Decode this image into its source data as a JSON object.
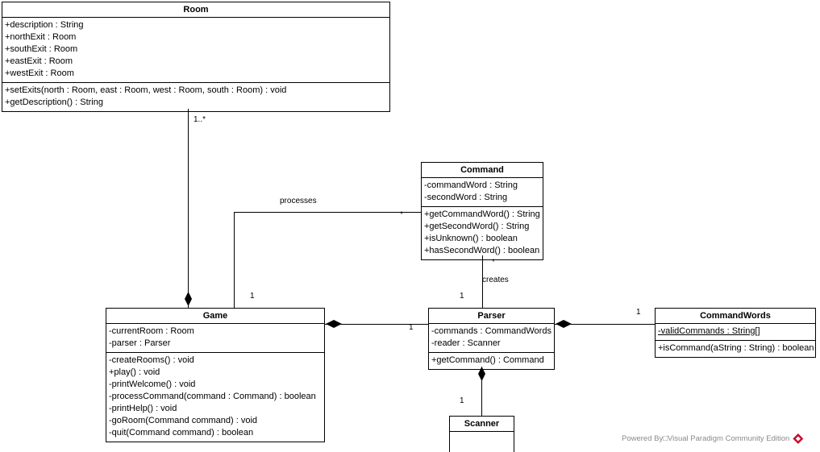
{
  "diagram": {
    "title": "Zuul Game UML Class Diagram",
    "background": "#ffffff",
    "line_color": "#000000"
  },
  "classes": {
    "room": {
      "name": "Room",
      "attributes": [
        "+description : String",
        "+northExit : Room",
        "+southExit : Room",
        "+eastExit : Room",
        "+westExit : Room"
      ],
      "operations": [
        "+setExits(north : Room, east : Room, west : Room, south : Room) : void",
        "+getDescription() : String"
      ]
    },
    "command": {
      "name": "Command",
      "attributes": [
        "-commandWord : String",
        "-secondWord : String"
      ],
      "operations": [
        "+getCommandWord() : String",
        "+getSecondWord() : String",
        "+isUnknown() : boolean",
        "+hasSecondWord() : boolean"
      ]
    },
    "game": {
      "name": "Game",
      "attributes": [
        "-currentRoom : Room",
        "-parser : Parser"
      ],
      "operations": [
        "-createRooms() : void",
        "+play() : void",
        "-printWelcome() : void",
        "-processCommand(command : Command) : boolean",
        "-printHelp() : void",
        "-goRoom(Command command) : void",
        "-quit(Command command) : boolean"
      ]
    },
    "parser": {
      "name": "Parser",
      "attributes": [
        "-commands : CommandWords",
        "-reader : Scanner"
      ],
      "operations": [
        "+getCommand() : Command"
      ]
    },
    "command_words": {
      "name": "CommandWords",
      "attributes": [
        "-validCommands : String[]"
      ],
      "operations": [
        "+isCommand(aString : String) : boolean"
      ]
    },
    "scanner": {
      "name": "Scanner",
      "attributes": [],
      "operations": []
    }
  },
  "relationships": {
    "room_game": {
      "label": "",
      "source_multiplicity": "1..*",
      "target_multiplicity": ""
    },
    "game_command": {
      "label": "processes",
      "source_multiplicity": "1",
      "target_multiplicity": "*"
    },
    "command_parser": {
      "label": "creates",
      "source_multiplicity": "*",
      "target_multiplicity": "1"
    },
    "game_parser": {
      "label": "",
      "source_multiplicity": "",
      "target_multiplicity": "1"
    },
    "parser_command_words": {
      "label": "",
      "source_multiplicity": "",
      "target_multiplicity": "1"
    },
    "parser_scanner": {
      "label": "",
      "source_multiplicity": "",
      "target_multiplicity": "1"
    }
  },
  "watermark": {
    "text": "Powered By□Visual Paradigm Community Edition",
    "logo_color": "#c8102e"
  }
}
